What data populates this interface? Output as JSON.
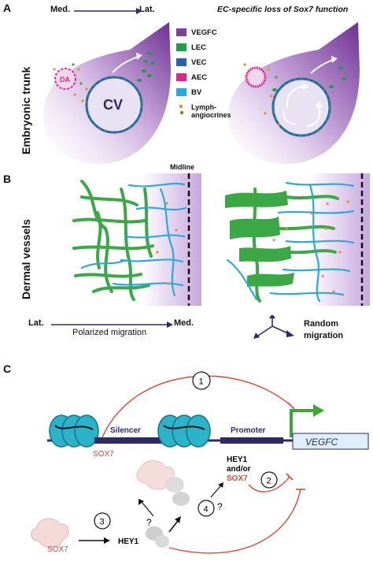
{
  "panelA": {
    "letter": "A",
    "axis_start": "Med.",
    "axis_end": "Lat.",
    "right_title": "EC-specific loss of Sox7 function",
    "side_label": "Embryonic trunk",
    "da_label": "DA",
    "cv_label": "CV",
    "legend": [
      {
        "label": "VEGFC",
        "color": "#7b3f9e"
      },
      {
        "label": "LEC",
        "color": "#1f9e4a"
      },
      {
        "label": "VEC",
        "color": "#2b5fb0"
      },
      {
        "label": "AEC",
        "color": "#e0248a"
      },
      {
        "label": "BV",
        "color": "#29a9df"
      }
    ],
    "lymph_label_line1": "Lymph-",
    "lymph_label_line2": "angiocrines"
  },
  "panelB": {
    "letter": "B",
    "side_label": "Dermal vessels",
    "midline_label": "Midline",
    "axis_start": "Lat.",
    "axis_end": "Med.",
    "axis_caption": "Polarized migration",
    "random_line1": "Random",
    "random_line2": "migration"
  },
  "panelC": {
    "letter": "C",
    "silencer_label": "Silencer",
    "promoter_label": "Promoter",
    "gene_label": "VEGFC",
    "sox7_silencer": "SOX7",
    "hey1_line1": "HEY1",
    "hey1_line2": "and/or",
    "hey1_line3": "SOX7",
    "q1": "?",
    "q2": "?",
    "step1": "1",
    "step2": "2",
    "step3": "3",
    "step4": "4",
    "sox7_bottom": "SOX7",
    "hey1_bottom": "HEY1"
  },
  "colors": {
    "vegfc": "#7b3f9e",
    "lec": "#1f9e4a",
    "vec": "#2b5fb0",
    "aec": "#e0248a",
    "bv": "#29a9df",
    "nucleosome": "#2bb3c9",
    "arrow_red": "#d9483b",
    "promoter_arrow": "#3fa535",
    "sox7_text": "#d9483b",
    "navy": "#2b2a6e"
  }
}
